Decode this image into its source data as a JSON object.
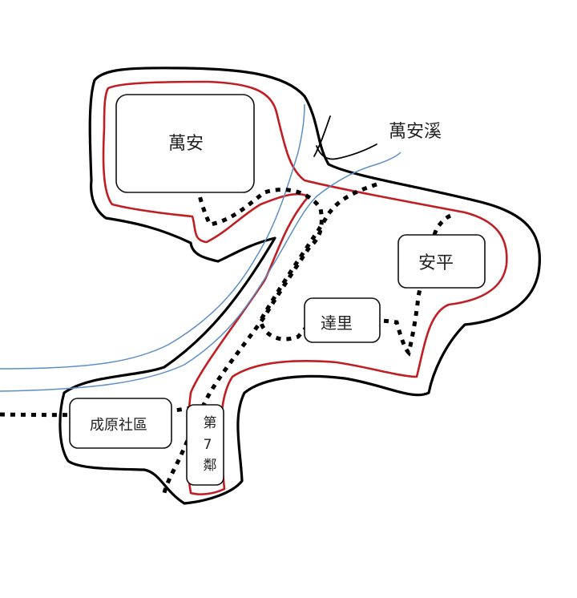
{
  "colors": {
    "outer_boundary": "#000000",
    "inner_boundary": "#c01e23",
    "stream": "#5b8ec7",
    "dotted_route": "#000000"
  },
  "labels": {
    "wanan": "萬安",
    "wanan_creek": "萬安溪",
    "anping": "安平",
    "dali": "達里",
    "chengyuan": "成原社區",
    "neighborhood_7_a": "第",
    "neighborhood_7_b": "7",
    "neighborhood_7_c": "鄰"
  }
}
